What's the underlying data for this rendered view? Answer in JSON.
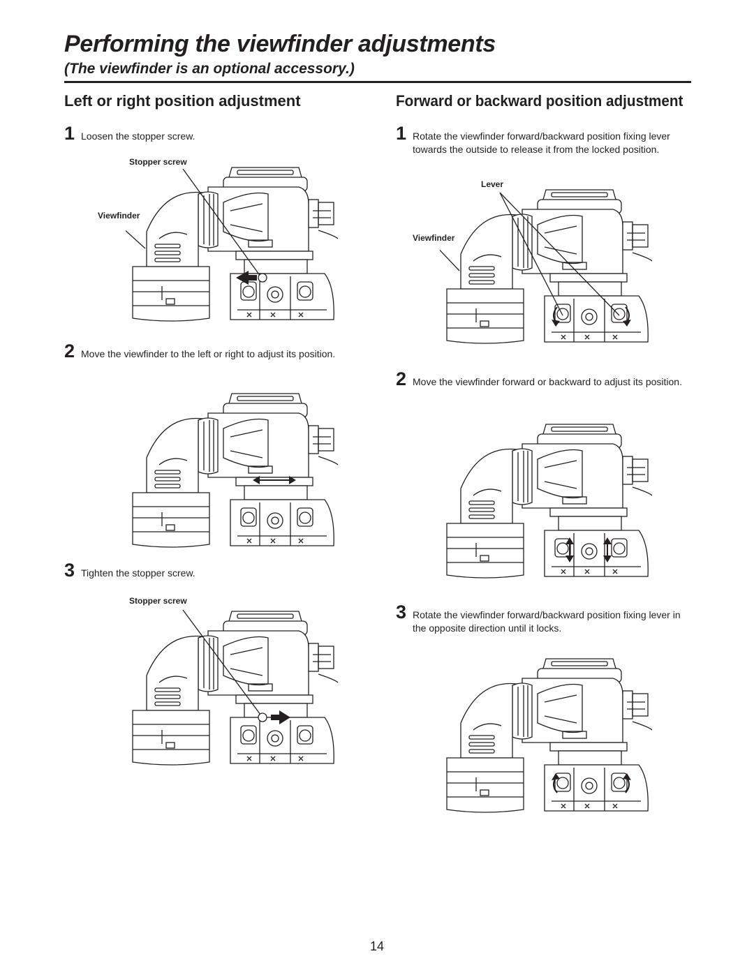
{
  "header": {
    "title": "Performing the viewfinder adjustments",
    "subtitle": "(The viewfinder is an optional accessory.)"
  },
  "left_section": {
    "heading": "Left or right position adjustment",
    "steps": [
      {
        "number": "1",
        "text": "Loosen the stopper screw."
      },
      {
        "number": "2",
        "text": "Move the viewfinder to the left or right to adjust its position."
      },
      {
        "number": "3",
        "text": "Tighten the stopper screw."
      }
    ],
    "figure1": {
      "callouts": [
        "Stopper screw",
        "Viewfinder"
      ]
    },
    "figure3": {
      "callouts": [
        "Stopper screw"
      ]
    }
  },
  "right_section": {
    "heading": "Forward or backward position adjustment",
    "steps": [
      {
        "number": "1",
        "text": "Rotate the viewfinder forward/backward position fixing lever towards the outside to release it from the locked position."
      },
      {
        "number": "2",
        "text": "Move the viewfinder forward or backward to adjust its position."
      },
      {
        "number": "3",
        "text": "Rotate the viewfinder forward/backward position fixing lever in the opposite direction until it locks."
      }
    ],
    "figure1": {
      "callouts": [
        "Lever",
        "Viewfinder"
      ]
    }
  },
  "icons": {
    "left_arrow": "arrow-left-icon",
    "right_arrow": "arrow-right-icon",
    "double_arrow_h": "double-arrow-horizontal-icon",
    "double_arrow_v": "double-arrow-vertical-icon",
    "rotate_out": "rotate-arrow-icon"
  },
  "footer": {
    "page_number": "14"
  }
}
